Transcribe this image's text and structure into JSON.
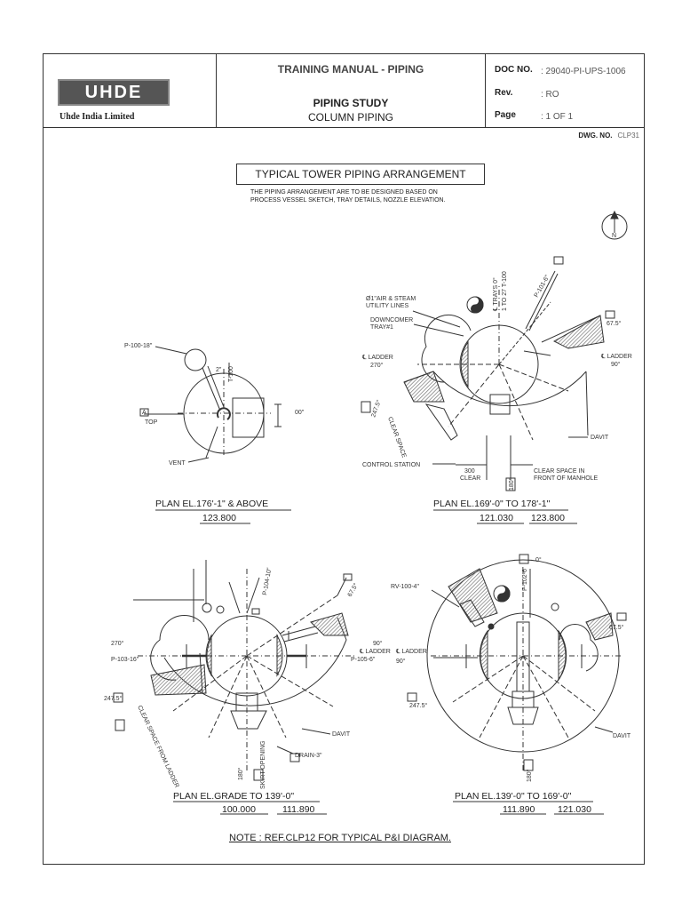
{
  "header": {
    "company_logo": "UHDE",
    "company_name": "Uhde India Limited",
    "manual_title": "TRAINING MANUAL - PIPING",
    "study_title": "PIPING STUDY",
    "study_subtitle": "COLUMN PIPING",
    "doc_label": "DOC NO.",
    "doc_value": ": 29040-PI-UPS-1006",
    "rev_label": "Rev.",
    "rev_value": ": RO",
    "page_label": "Page",
    "page_value": ": 1 OF 1",
    "dwg_label": "DWG. NO.",
    "dwg_value": "CLP31"
  },
  "drawing": {
    "title": "TYPICAL TOWER PIPING ARRANGEMENT",
    "note1": "THE PIPING ARRANGEMENT ARE TO BE DESIGNED BASED ON",
    "note2": "PROCESS VESSEL SKETCH, TRAY DETAILS, NOZZLE ELEVATION.",
    "north": "N",
    "plan1": {
      "caption": "PLAN EL.176'-1\" & ABOVE",
      "elev": "123.800",
      "labels": {
        "p100": "P-100-18\"",
        "top": "TOP",
        "a": "A",
        "vent": "VENT",
        "dim2": "2\"",
        "t100": "T-100",
        "deg0": "00\""
      }
    },
    "plan2": {
      "caption": "PLAN EL.169'-0\" TO 178'-1\"",
      "elev1": "121.030",
      "elev2": "123.800",
      "labels": {
        "air": "Ø1\"AIR & STEAM",
        "utility": "UTILITY LINES",
        "downcomer": "DOWNCOMER",
        "tray": "TRAY#1",
        "ladder_left": "℄ LADDER",
        "deg270": "270°",
        "ladder_right": "℄ LADDER",
        "deg90": "90°",
        "deg247": "247.5°",
        "clear_space": "CLEAR SPACE",
        "davit": "DAVIT",
        "control": "CONTROL STATION",
        "dim300": "300",
        "clear": "CLEAR",
        "manhole1": "CLEAR SPACE IN",
        "manhole2": "FRONT OF MANHOLE",
        "trays1": "℄ TRAYS 0°",
        "trays2": "1 TO 27 T-100",
        "deg675": "67.5°",
        "deg180": "180°",
        "p101": "P-101-6\""
      }
    },
    "plan3": {
      "caption": "PLAN EL.GRADE TO 139'-0\"",
      "elev1": "100.000",
      "elev2": "111.890",
      "labels": {
        "deg270": "270°",
        "p103": "P-103-16\"",
        "deg90": "90°",
        "p105": "P-105-6\"",
        "deg247": "247.5°",
        "clear_ladder": "CLEAR SPACE FROM LADDER",
        "davit": "DAVIT",
        "drain": "DRAIN-3\"",
        "skirt": "SKIRT OPENING",
        "deg180": "180°",
        "p104": "P-104-10\"",
        "deg675": "67.5°",
        "ladder": "℄ LADDER"
      }
    },
    "plan4": {
      "caption": "PLAN EL.139'-0\" TO 169'-0\"",
      "elev1": "111.890",
      "elev2": "121.030",
      "labels": {
        "rv": "RV-100-4\"",
        "ladder": "℄ LADDER",
        "deg90": "90°",
        "deg247": "247.5°",
        "deg675": "67.5°",
        "davit": "DAVIT",
        "deg180": "180°",
        "p102": "P-102-6\"",
        "deg0": "0°"
      }
    },
    "footer_note": "NOTE : REF.CLP12 FOR TYPICAL P&I DIAGRAM."
  }
}
